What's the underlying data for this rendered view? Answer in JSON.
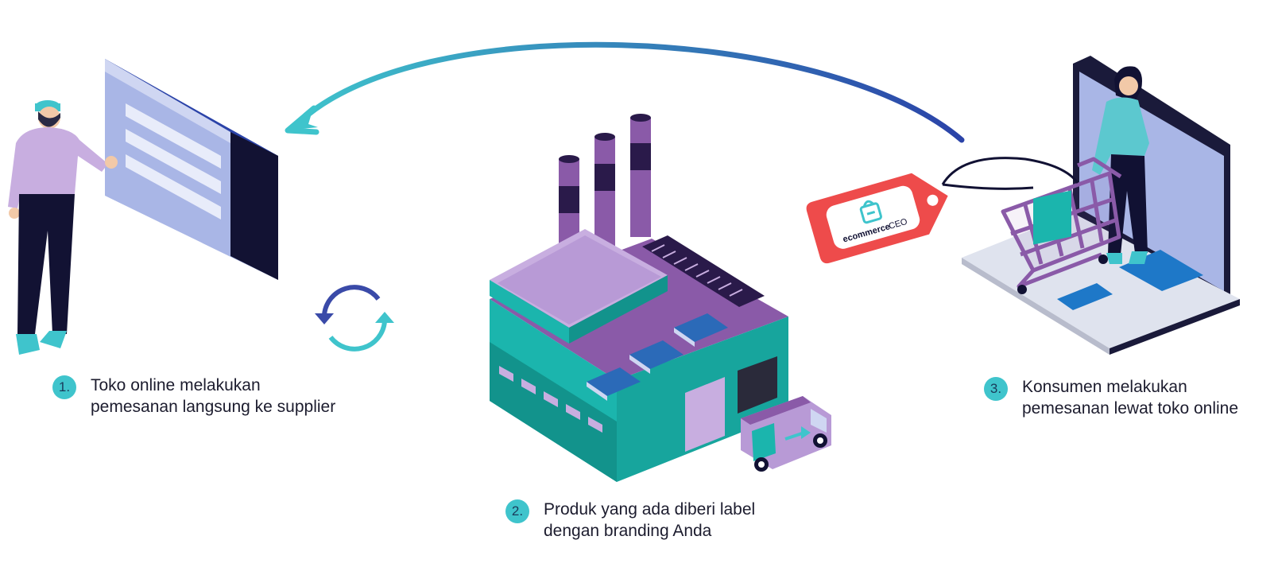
{
  "steps": [
    {
      "number": "1.",
      "line1": "Toko online melakukan",
      "line2": "pemesanan langsung ke supplier"
    },
    {
      "number": "2.",
      "line1": "Produk yang ada diberi label",
      "line2": "dengan branding Anda"
    },
    {
      "number": "3.",
      "line1": "Konsumen melakukan",
      "line2": "pemesanan lewat toko online"
    }
  ],
  "tag": {
    "brand_bold": "ecommerce",
    "brand_light": "CEO"
  },
  "colors": {
    "badge": "#3fc4cc",
    "purple": "#8a5aa8",
    "teal": "#1bb5ad",
    "navy": "#111133",
    "arrow_start": "#3fc4cc",
    "arrow_end": "#2b43a8",
    "tag_red": "#ee4b4b"
  }
}
